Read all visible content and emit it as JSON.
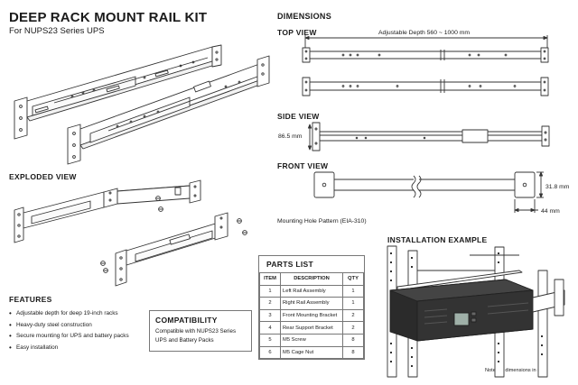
{
  "header": {
    "title": "DEEP RACK MOUNT RAIL KIT",
    "subtitle": "For NUPS23 Series UPS"
  },
  "sections": {
    "dimensions": "DIMENSIONS",
    "top_view": "TOP VIEW",
    "side_view": "SIDE VIEW",
    "front_view": "FRONT VIEW",
    "exploded_view": "EXPLODED VIEW",
    "installation": "INSTALLATION EXAMPLE",
    "features": "FEATURES"
  },
  "dimensions": {
    "adjustable_depth": "Adjustable Depth  560 ~ 1000 mm",
    "side_height": "86.5 mm",
    "front_height": "31.8 mm",
    "front_width": "44 mm",
    "mounting_pattern": "Mounting Hole Pattern (EIA-310)"
  },
  "features": {
    "items": [
      "Adjustable depth for deep 19-inch racks",
      "Heavy-duty steel construction",
      "Secure mounting for UPS and battery packs",
      "Easy installation"
    ]
  },
  "compatibility": {
    "title": "COMPATIBILITY",
    "text_line1": "Compatible with NUPS23 Series",
    "text_line2": "UPS and Battery Packs"
  },
  "parts": {
    "title": "PARTS LIST",
    "headers": [
      "ITEM",
      "DESCRIPTION",
      "QTY"
    ],
    "rows": [
      [
        "1",
        "Left Rail Assembly",
        "1"
      ],
      [
        "2",
        "Right Rail Assembly",
        "1"
      ],
      [
        "3",
        "Front Mounting Bracket",
        "2"
      ],
      [
        "4",
        "Rear Support Bracket",
        "2"
      ],
      [
        "5",
        "M5 Screw",
        "8"
      ],
      [
        "6",
        "M5 Cage Nut",
        "8"
      ]
    ]
  },
  "note": "Note: All dimensions in mm",
  "colors": {
    "line": "#333333",
    "ups_body": "#2b2b2b",
    "ups_display": "#9fb0a8"
  }
}
